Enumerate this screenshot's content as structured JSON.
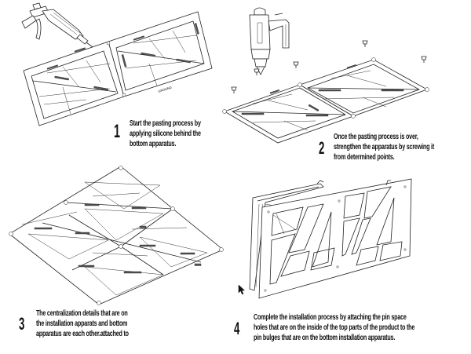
{
  "document": {
    "title": "Installation instructions",
    "steps": [
      {
        "number": "1",
        "lines": [
          "Start the pasting process by",
          "applying silicone behind the",
          "bottom apparatus."
        ],
        "illustration": "silicone-gun-and-two-panels"
      },
      {
        "number": "2",
        "lines": [
          "Once the pasting process is over,",
          "strengthen the apparatus by screwing it",
          "from determined points."
        ],
        "illustration": "drill-and-screws-on-panels"
      },
      {
        "number": "3",
        "lines": [
          "The centralization details that are on",
          "the installation apparats and bottom",
          "apparatus are each other.attached to"
        ],
        "illustration": "four-panels-assembled"
      },
      {
        "number": "4",
        "lines": [
          "Complete the installation process by attaching the pin space",
          "holes that are on the inside of the top parts of the product to the",
          "pin bulges that are on the bottom installation apparatus."
        ],
        "illustration": "top-part-attached-to-bottom-apparatus"
      }
    ],
    "icons": {
      "silicone_gun": "silicone-gun-icon",
      "drill": "drill-icon",
      "screw": "screw-icon",
      "cursor": "mouse-cursor-icon"
    },
    "colors": {
      "background": "#ffffff",
      "ink": "#111111"
    }
  }
}
